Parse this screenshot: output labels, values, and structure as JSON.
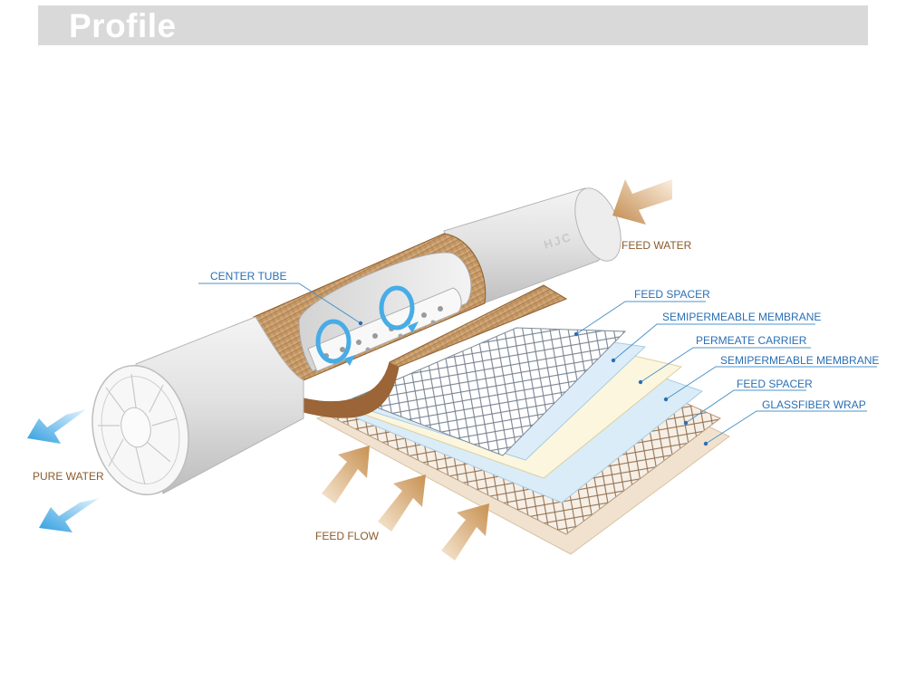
{
  "header": {
    "title": "Profile"
  },
  "product": {
    "logo_text": "HJC"
  },
  "labels": {
    "feed_water": "FEED WATER",
    "center_tube": "CENTER TUBE",
    "pure_water": "PURE WATER",
    "feed_flow": "FEED FLOW",
    "layers": [
      "FEED SPACER",
      "SEMIPERMEABLE MEMBRANE",
      "PERMEATE CARRIER",
      "SEMIPERMEABLE MEMBRANE",
      "FEED SPACER",
      "GLASSFIBER WRAP"
    ]
  },
  "colors": {
    "label_brown": "#8a5a2b",
    "label_blue": "#2a6fb5",
    "arrow_tan": "#c99a5d",
    "arrow_blue": "#3aa6e0"
  }
}
